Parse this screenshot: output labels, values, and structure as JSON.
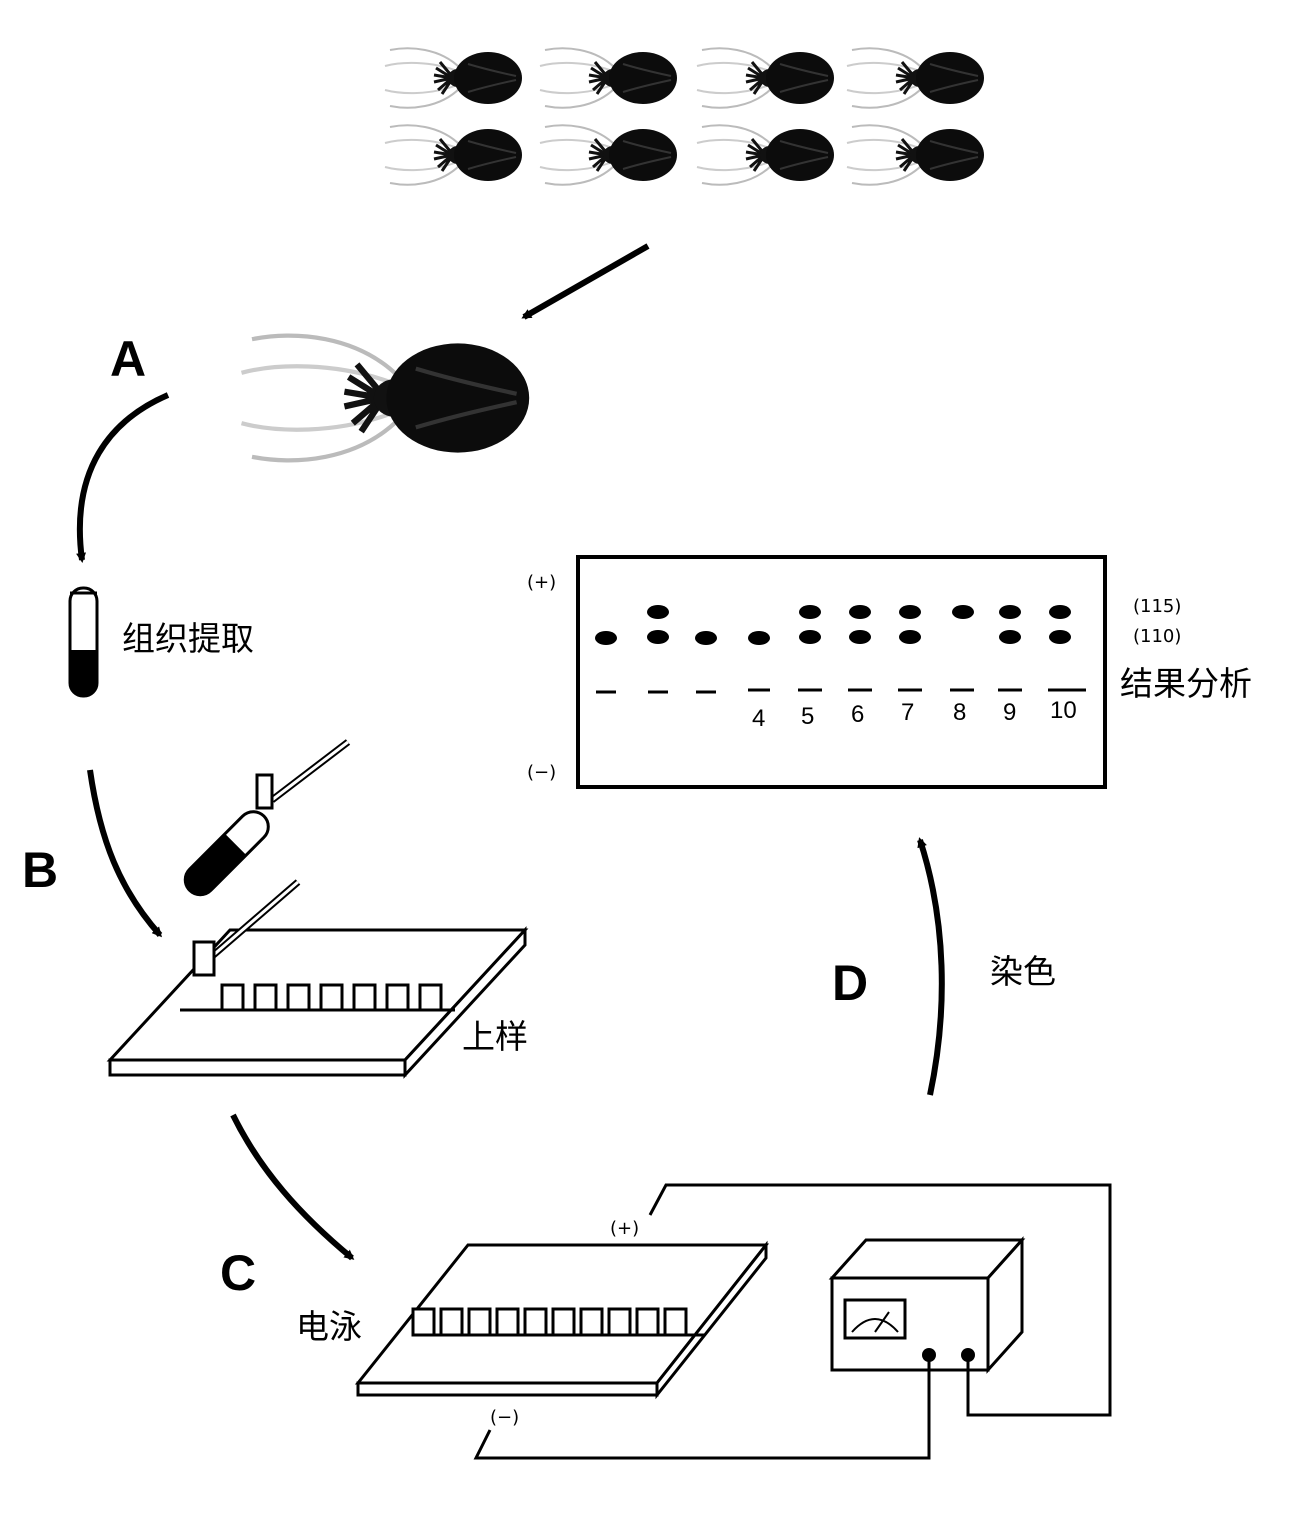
{
  "steps": {
    "a": {
      "letter": "A",
      "caption": "组织提取"
    },
    "b": {
      "letter": "B",
      "caption": "上样"
    },
    "c": {
      "letter": "C",
      "caption": "电泳"
    },
    "d": {
      "letter": "D",
      "caption": "染色"
    }
  },
  "result": {
    "caption": "结果分析",
    "plus": "(+)",
    "minus": "(−)",
    "allele_high": "(115)",
    "allele_low": "(110)",
    "lane_numbers": [
      "4",
      "5",
      "6",
      "7",
      "8",
      "9",
      "10"
    ]
  },
  "apparatus": {
    "plus": "(+)",
    "minus": "(−)"
  }
}
